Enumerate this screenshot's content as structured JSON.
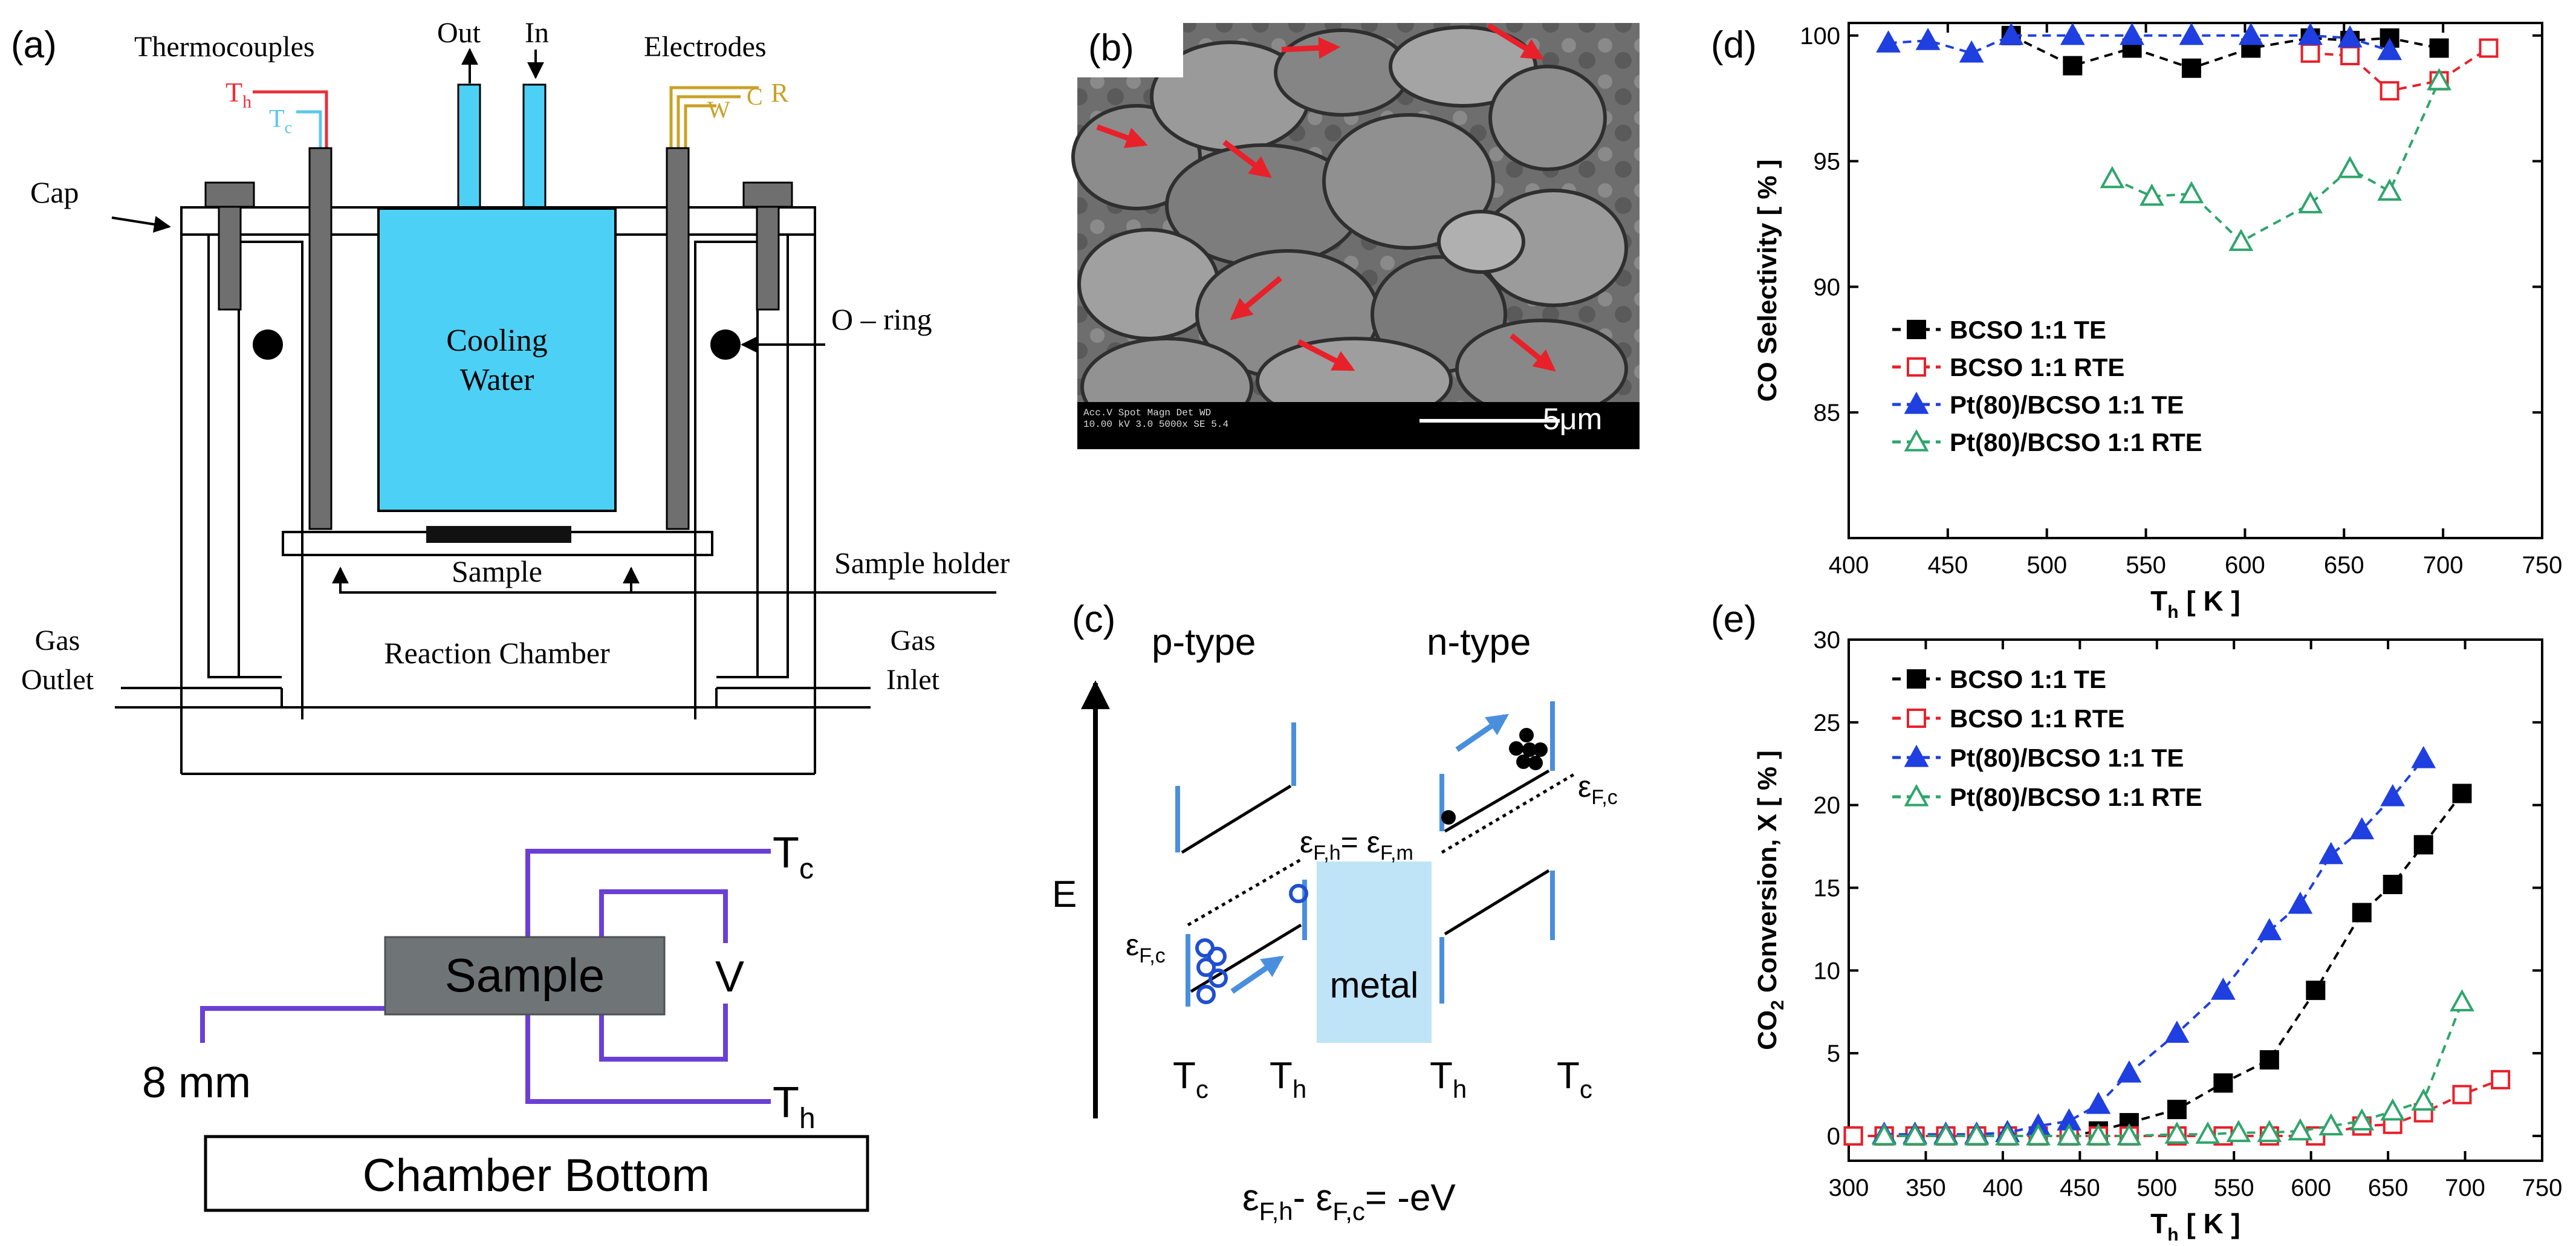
{
  "panel_a": {
    "label": "(a)",
    "thermocouples": "Thermocouples",
    "th": "T",
    "th_sub": "h",
    "tc": "T",
    "tc_sub": "c",
    "out": "Out",
    "in": "In",
    "electrodes": "Electrodes",
    "elec_w": "W",
    "elec_c": "C",
    "elec_r": "R",
    "cap": "Cap",
    "cooling_1": "Cooling",
    "cooling_2": "Water",
    "oring": "O – ring",
    "sample": "Sample",
    "sample_holder": "Sample holder",
    "gas_outlet_1": "Gas",
    "gas_outlet_2": "Outlet",
    "reaction_chamber": "Reaction Chamber",
    "gas_inlet_1": "Gas",
    "gas_inlet_2": "Inlet",
    "lower_tc": "T",
    "lower_tc_sub": "c",
    "lower_th": "T",
    "lower_th_sub": "h",
    "lower_sample": "Sample",
    "lower_v": "V",
    "lower_scale": "8 mm",
    "chamber_bottom": "Chamber Bottom"
  },
  "panel_b": {
    "label": "(b)",
    "scalebar": "5μm",
    "sem_info_1": "Acc.V   Spot  Magn  Det  WD",
    "sem_info_2": "10.00 kV  3.0   5000x  SE  5.4"
  },
  "panel_c": {
    "label": "(c)",
    "ptype": "p-type",
    "ntype": "n-type",
    "e_axis": "E",
    "efh": "ε",
    "efh_sub": "F,h",
    "efm_eq": "= ε",
    "efm_sub": "F,m",
    "efc_left": "ε",
    "efc_left_sub": "F,c",
    "efc_right": "ε",
    "efc_right_sub": "F,c",
    "metal": "metal",
    "tc1": "T",
    "tc1_sub": "c",
    "th1": "T",
    "th1_sub": "h",
    "th2": "T",
    "th2_sub": "h",
    "tc2": "T",
    "tc2_sub": "c",
    "eq_a": "ε",
    "eq_a_sub": "F,h",
    "eq_b": "- ε",
    "eq_b_sub": "F,c",
    "eq_c": "= -eV"
  },
  "colors": {
    "cooling_water": "#4dd0f5",
    "th_wire": "#e8303a",
    "tc_wire": "#5bc8e8",
    "electrode_wire": "#c9a227",
    "wire_purple": "#6a3fd6",
    "band_blue": "#4a8fdd",
    "metal_fill": "#bfe3f7",
    "series_black": "#000000",
    "series_red": "#e8202a",
    "series_blue": "#1f3fe0",
    "series_green": "#2ea56b"
  },
  "chart_data": [
    {
      "panel": "(d)",
      "type": "line",
      "xlabel": "T",
      "xlabel_sub": "h",
      "xlabel_unit": " [ K ]",
      "ylabel": "CO Selectivity [ % ]",
      "xlim": [
        400,
        750
      ],
      "ylim": [
        80,
        100.5
      ],
      "xticks": [
        400,
        450,
        500,
        550,
        600,
        650,
        700,
        750
      ],
      "yticks": [
        85,
        90,
        95,
        100
      ],
      "legend_position": "middle-left",
      "series": [
        {
          "name": "BCSO 1:1 TE",
          "color": "#000000",
          "marker": "square-filled",
          "x": [
            482,
            513,
            543,
            573,
            603,
            633,
            653,
            673,
            698
          ],
          "y": [
            100.0,
            98.8,
            99.5,
            98.7,
            99.5,
            99.9,
            99.8,
            99.9,
            99.5
          ]
        },
        {
          "name": "BCSO 1:1 RTE",
          "color": "#e8202a",
          "marker": "square-open",
          "x": [
            633,
            653,
            673,
            698,
            723
          ],
          "y": [
            99.3,
            99.2,
            97.8,
            98.2,
            99.5
          ]
        },
        {
          "name": "Pt(80)/BCSO 1:1 TE",
          "color": "#1f3fe0",
          "marker": "triangle-filled",
          "x": [
            420,
            440,
            462,
            482,
            513,
            543,
            573,
            603,
            633,
            653,
            673
          ],
          "y": [
            99.7,
            99.8,
            99.3,
            100.0,
            100.0,
            100.0,
            100.0,
            100.0,
            100.0,
            99.9,
            99.4
          ]
        },
        {
          "name": "Pt(80)/BCSO 1:1 RTE",
          "color": "#2ea56b",
          "marker": "triangle-open",
          "x": [
            533,
            553,
            573,
            598,
            633,
            653,
            673,
            698
          ],
          "y": [
            94.3,
            93.6,
            93.7,
            91.8,
            93.3,
            94.7,
            93.8,
            98.2
          ]
        }
      ]
    },
    {
      "panel": "(e)",
      "type": "line",
      "xlabel": "T",
      "xlabel_sub": "h",
      "xlabel_unit": " [ K ]",
      "ylabel": "CO",
      "ylabel_sub": "2",
      "ylabel_rest": " Conversion, X [ % ]",
      "xlim": [
        300,
        750
      ],
      "ylim": [
        -1.5,
        30
      ],
      "xticks": [
        300,
        350,
        400,
        450,
        500,
        550,
        600,
        650,
        700,
        750
      ],
      "yticks": [
        0,
        5,
        10,
        15,
        20,
        25,
        30
      ],
      "legend_position": "top-left",
      "series": [
        {
          "name": "BCSO 1:1 TE",
          "color": "#000000",
          "marker": "square-filled",
          "x": [
            303,
            323,
            343,
            363,
            383,
            403,
            423,
            443,
            462,
            482,
            513,
            543,
            573,
            603,
            633,
            653,
            673,
            698
          ],
          "y": [
            0,
            0,
            0,
            0,
            0,
            0,
            0,
            0,
            0.3,
            0.8,
            1.6,
            3.2,
            4.6,
            8.8,
            13.5,
            15.2,
            17.6,
            20.7
          ]
        },
        {
          "name": "BCSO 1:1 RTE",
          "color": "#e8202a",
          "marker": "square-open",
          "x": [
            303,
            323,
            343,
            363,
            383,
            403,
            423,
            443,
            462,
            482,
            513,
            543,
            573,
            603,
            633,
            653,
            673,
            698,
            723
          ],
          "y": [
            0,
            0,
            0,
            0,
            0,
            0,
            0,
            0,
            0,
            0,
            0,
            0,
            0,
            0,
            0.6,
            0.7,
            1.4,
            2.5,
            3.4
          ]
        },
        {
          "name": "Pt(80)/BCSO 1:1 TE",
          "color": "#1f3fe0",
          "marker": "triangle-filled",
          "x": [
            323,
            343,
            363,
            383,
            403,
            423,
            443,
            462,
            482,
            513,
            543,
            573,
            593,
            613,
            633,
            653,
            673
          ],
          "y": [
            0.1,
            0.1,
            0.1,
            0.1,
            0.2,
            0.6,
            0.9,
            1.9,
            3.8,
            6.2,
            8.8,
            12.4,
            14.0,
            17.0,
            18.5,
            20.5,
            22.8
          ]
        },
        {
          "name": "Pt(80)/BCSO 1:1 RTE",
          "color": "#2ea56b",
          "marker": "triangle-open",
          "x": [
            323,
            343,
            363,
            383,
            403,
            423,
            443,
            462,
            482,
            513,
            533,
            553,
            573,
            593,
            613,
            633,
            653,
            673,
            698
          ],
          "y": [
            0,
            0,
            0,
            0,
            0,
            0,
            0,
            0,
            0,
            0.1,
            0.1,
            0.2,
            0.2,
            0.3,
            0.6,
            0.9,
            1.5,
            2.1,
            8.1
          ]
        }
      ]
    }
  ]
}
